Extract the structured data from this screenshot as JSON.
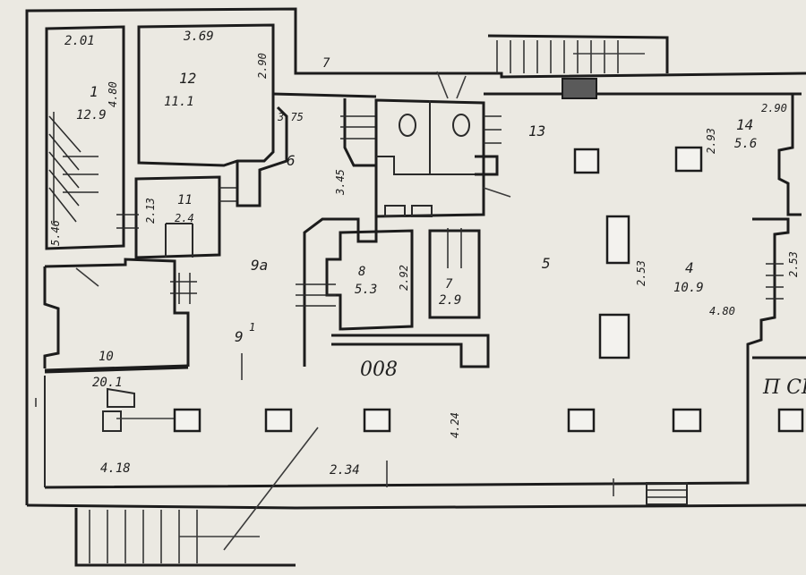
{
  "rooms": {
    "r1": {
      "dim": "2.01",
      "num": "1",
      "area": "12.9",
      "side": "4.80"
    },
    "r12": {
      "dim": "3.69",
      "num": "12",
      "area": "11.1",
      "side": "2.90"
    },
    "r6": {
      "num": "6",
      "dim": "3.75",
      "side": "3.45"
    },
    "r11": {
      "num": "11",
      "area": "2.4",
      "side": "2.13"
    },
    "r9a": {
      "num": "9a"
    },
    "r9": {
      "num": "9",
      "sup": "1"
    },
    "r10": {
      "num": "10",
      "area": "20.1",
      "dim": "4.18"
    },
    "r8": {
      "num": "8",
      "area": "5.3",
      "side": "2.92"
    },
    "r7": {
      "num": "7",
      "area": "2.9"
    },
    "r13": {
      "num": "13"
    },
    "r5": {
      "num": "5"
    },
    "r4": {
      "num": "4",
      "area": "10.9",
      "side": "2.53"
    },
    "r14": {
      "num": "14",
      "area": "5.6",
      "dim": "2.90",
      "side": "2.93"
    },
    "r3": {
      "side": "2.53"
    },
    "misc": {
      "dim_234": "2.34",
      "dim_424": "4.24",
      "dim_180": "4.80",
      "note_008": "008",
      "note_ts": "П СП",
      "note_546": "5.46",
      "note_top": "7"
    }
  }
}
